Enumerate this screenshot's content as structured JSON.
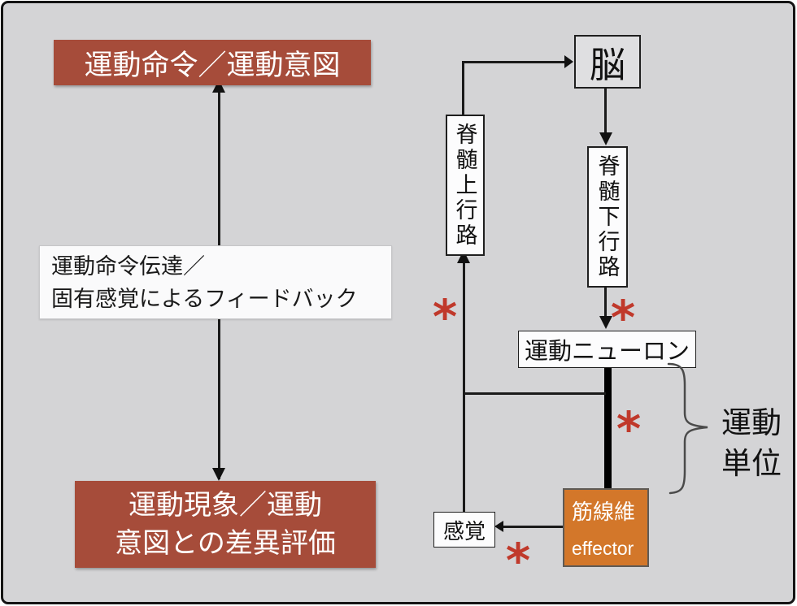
{
  "diagram": {
    "background": "#D4D4D6",
    "left": {
      "command_box": "運動命令／運動意図",
      "feedback_line1": "運動命令伝達／",
      "feedback_line2": "固有感覚によるフィードバック",
      "result_line1": "運動現象／運動",
      "result_line2": "意図との差異評価"
    },
    "right": {
      "brain": "脳",
      "ascending_tract": "脊髄上行路",
      "descending_tract": "脊髄下行路",
      "motor_neuron": "運動ニューロン",
      "muscle_fiber_jp": "筋線維",
      "muscle_fiber_en": "effector",
      "sense": "感覚",
      "motor_unit_line1": "運動",
      "motor_unit_line2": "単位",
      "asterisk": "*"
    },
    "colors": {
      "red_box": "#A64C3A",
      "orange_box": "#D3772A",
      "asterisk_red": "#C0392B",
      "line": "#1A1A1A"
    }
  }
}
